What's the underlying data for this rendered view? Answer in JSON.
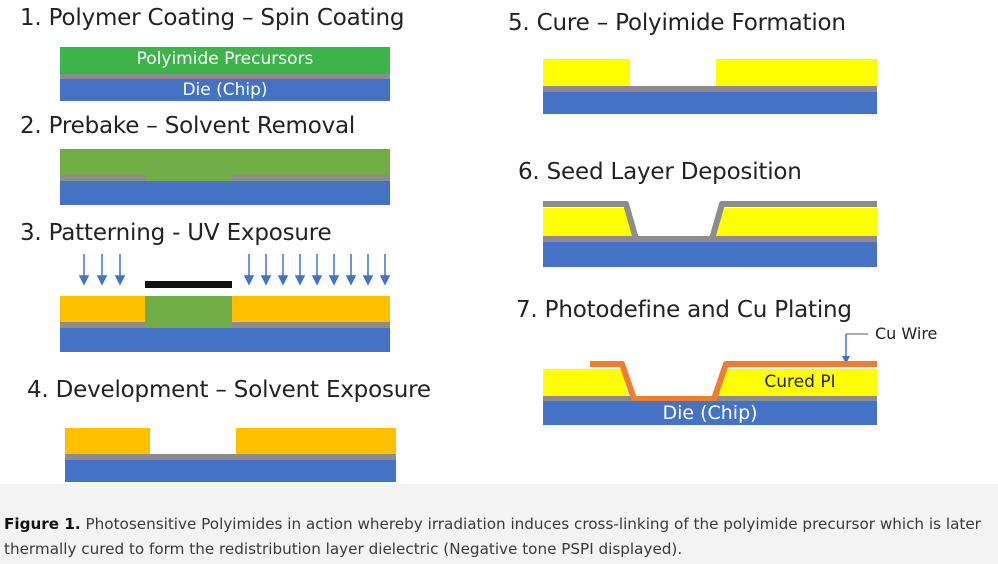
{
  "steps": {
    "s1": "1. Polymer Coating – Spin Coating",
    "s2": "2. Prebake – Solvent Removal",
    "s3": "3. Patterning - UV Exposure",
    "s4": "4. Development – Solvent Exposure",
    "s5": "5. Cure – Polyimide Formation",
    "s6": "6. Seed Layer Deposition",
    "s7": "7. Photodefine and Cu Plating"
  },
  "labels": {
    "polyimide_precursors": "Polyimide Precursors",
    "die_chip": "Die (Chip)",
    "cured_pi": "Cured PI",
    "cu_wire": "Cu Wire"
  },
  "caption": {
    "label": "Figure 1.",
    "text": " Photosensitive Polyimides in action whereby irradiation induces cross-linking of the polyimide precursor which is later thermally cured to form the redistribution layer dielectric (Negative tone PSPI displayed)."
  },
  "colors": {
    "die": "#4472c4",
    "seed_layer": "#8c8c8c",
    "precursor_wet": "#3cb44a",
    "precursor_baked": "#70ad47",
    "unexposed": "#ffc000",
    "cured_pi": "#ffff00",
    "copper": "#ed7d31",
    "mask": "#111111"
  }
}
